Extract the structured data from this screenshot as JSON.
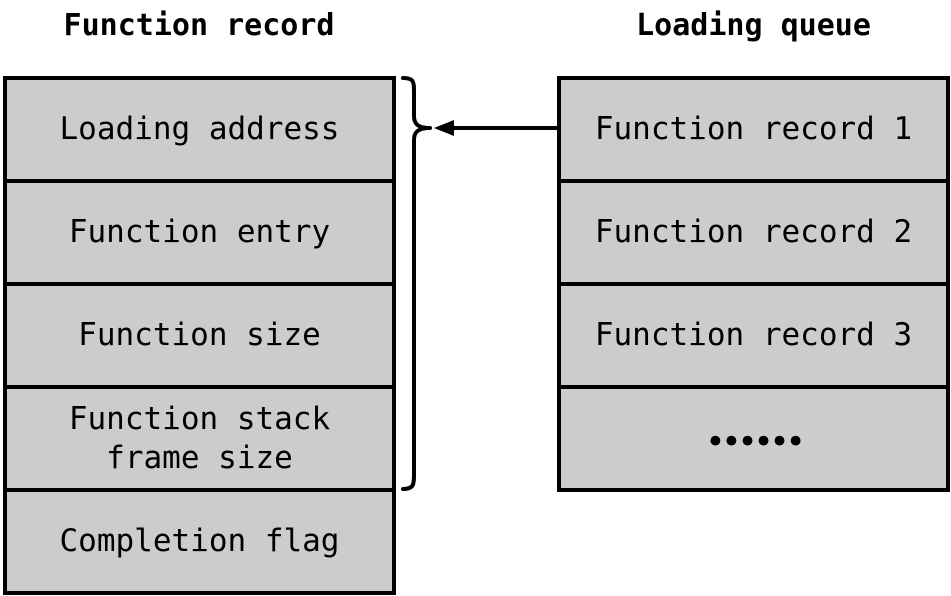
{
  "left_panel": {
    "title": "Function record",
    "fields": [
      "Loading address",
      "Function entry",
      "Function size",
      "Function stack\nframe size",
      "Completion flag"
    ]
  },
  "right_panel": {
    "title": "Loading queue",
    "items": [
      "Function record 1",
      "Function record 2",
      "Function record 3",
      "••••••"
    ]
  },
  "colors": {
    "cell_fill": "#cccccc",
    "border": "#000000",
    "background": "#ffffff"
  }
}
